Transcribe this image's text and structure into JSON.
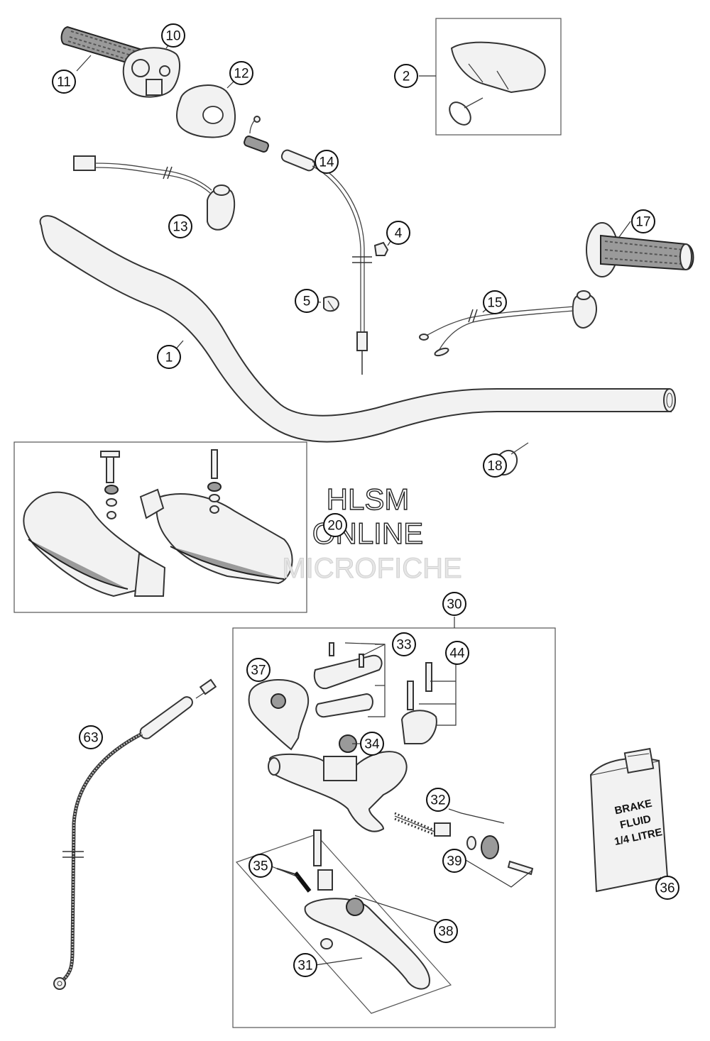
{
  "callouts": [
    "10",
    "11",
    "12",
    "2",
    "14",
    "13",
    "4",
    "17",
    "5",
    "15",
    "1",
    "18",
    "20",
    "30",
    "33",
    "44",
    "37",
    "34",
    "63",
    "32",
    "39",
    "35",
    "38",
    "31",
    "36"
  ],
  "watermark": {
    "line1": "HLSM",
    "line2": "ONLINE",
    "line3": "MICROFICHE"
  },
  "brake_fluid": {
    "line1": "BRAKE",
    "line2": "FLUID",
    "line3": "1/4 LITRE"
  }
}
